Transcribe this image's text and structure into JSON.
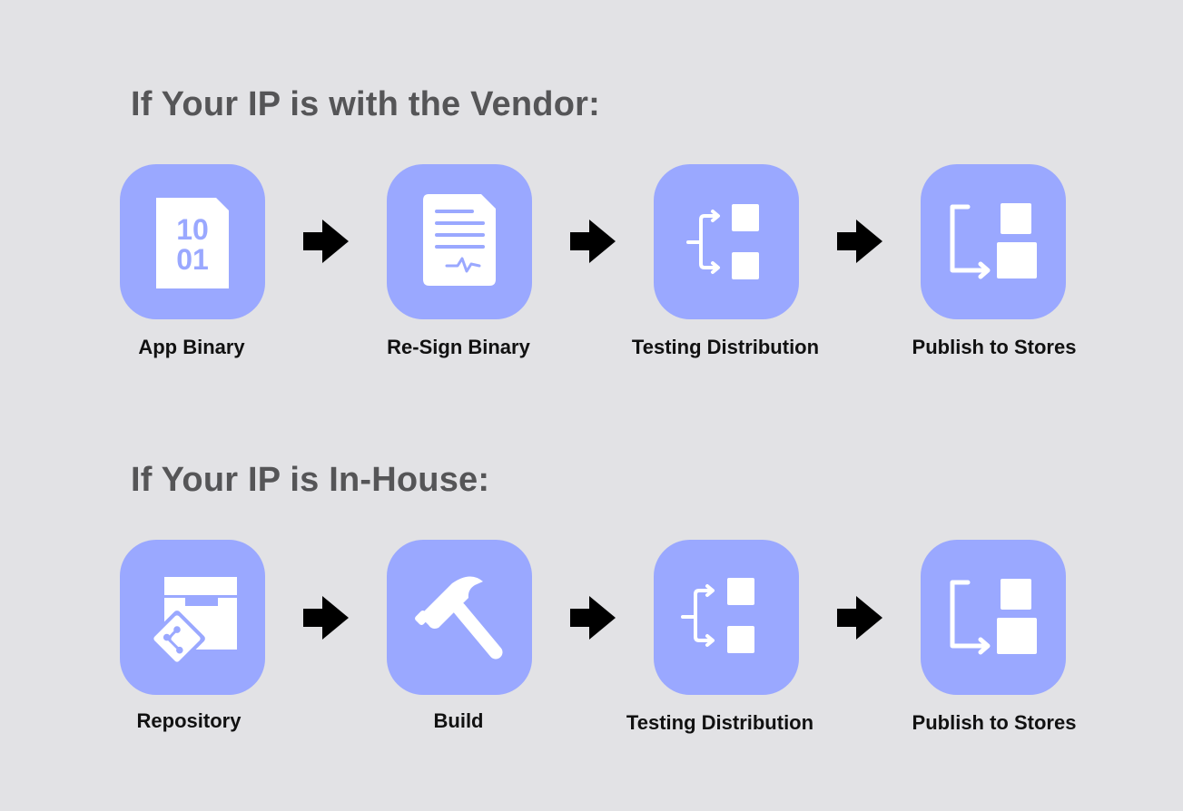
{
  "colors": {
    "background": "#e2e2e5",
    "tile": "#9aa8ff",
    "icon": "#ffffff",
    "heading": "#555557",
    "label": "#111111",
    "arrow": "#000000"
  },
  "sections": [
    {
      "heading": "If Your IP is with the Vendor:",
      "steps": [
        {
          "label": "App Binary",
          "icon": "binary-file-icon"
        },
        {
          "label": "Re-Sign Binary",
          "icon": "signed-document-icon"
        },
        {
          "label": "Testing Distribution",
          "icon": "distribution-icon"
        },
        {
          "label": "Publish to Stores",
          "icon": "publish-icon"
        }
      ]
    },
    {
      "heading": "If Your IP is In-House:",
      "steps": [
        {
          "label": "Repository",
          "icon": "git-repository-icon"
        },
        {
          "label": "Build",
          "icon": "hammer-icon"
        },
        {
          "label": "Testing Distribution",
          "icon": "distribution-icon"
        },
        {
          "label": "Publish to Stores",
          "icon": "publish-icon"
        }
      ]
    }
  ]
}
